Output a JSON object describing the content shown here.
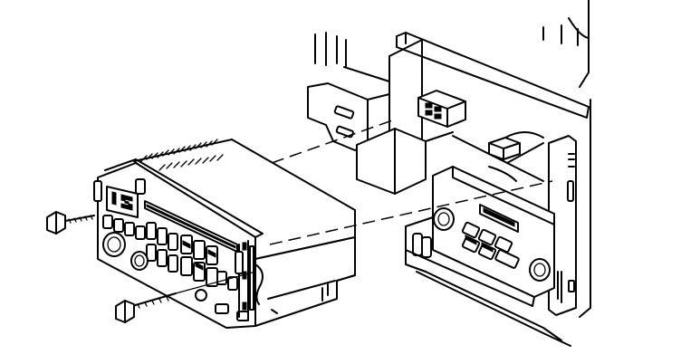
{
  "diagram": {
    "kind": "exploded-view line drawing",
    "colors": {
      "line": "#000000",
      "background": "#ffffff"
    },
    "components": [
      {
        "id": "radio-receiver",
        "role": "removable unit"
      },
      {
        "id": "dash-mounting-bracket",
        "role": "fixed structure"
      },
      {
        "id": "climate-control-panel",
        "role": "adjacent panel"
      },
      {
        "id": "wiring-connectors",
        "role": "electrical connectors"
      },
      {
        "id": "upper-mounting-screw",
        "role": "fastener"
      },
      {
        "id": "lower-mounting-screw",
        "role": "fastener"
      }
    ]
  }
}
